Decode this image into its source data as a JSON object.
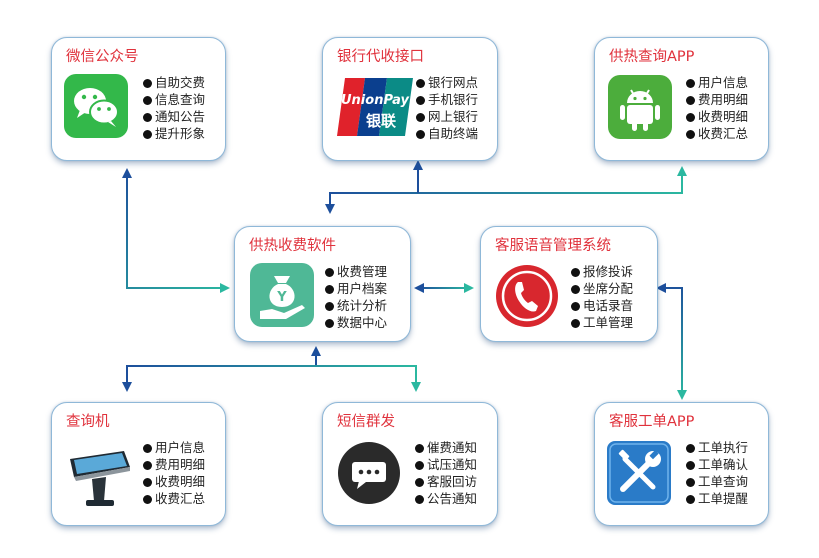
{
  "nodes": {
    "wechat": {
      "title": "微信公众号",
      "items": [
        "自助交费",
        "信息查询",
        "通知公告",
        "提升形象"
      ]
    },
    "bank": {
      "title": "银行代收接口",
      "items": [
        "银行网点",
        "手机银行",
        "网上银行",
        "自助终端"
      ],
      "logo_top": "UnionPay",
      "logo_bottom": "银联"
    },
    "app": {
      "title": "供热查询APP",
      "items": [
        "用户信息",
        "费用明细",
        "收费明细",
        "收费汇总"
      ]
    },
    "software": {
      "title": "供热收费软件",
      "items": [
        "收费管理",
        "用户档案",
        "统计分析",
        "数据中心"
      ],
      "icon_symbol": "Y"
    },
    "voice": {
      "title": "客服语音管理系统",
      "items": [
        "报修投诉",
        "坐席分配",
        "电话录音",
        "工单管理"
      ]
    },
    "kiosk": {
      "title": "查询机",
      "items": [
        "用户信息",
        "费用明细",
        "收费明细",
        "收费汇总"
      ]
    },
    "sms": {
      "title": "短信群发",
      "items": [
        "催费通知",
        "试压通知",
        "客服回访",
        "公告通知"
      ]
    },
    "workorder": {
      "title": "客服工单APP",
      "items": [
        "工单执行",
        "工单确认",
        "工单查询",
        "工单提醒"
      ]
    }
  },
  "colors": {
    "title": "#e0323c",
    "card_border": "#8fb8d8",
    "arrow_blue": "#1d4f9c",
    "arrow_teal": "#2bb8a0",
    "wechat_bg": "#33b84a",
    "android_bg": "#4cad3c",
    "software_bg": "#4fb896",
    "voice_red": "#d8272e",
    "sms_bg": "#2a2a2a",
    "tools_bg": "#2a7bc8"
  },
  "icons": {
    "wechat": "wechat-icon",
    "bank": "unionpay-logo",
    "app": "android-icon",
    "software": "money-bag-hand-icon",
    "voice": "phone-icon",
    "kiosk": "kiosk-terminal-icon",
    "sms": "chat-bubble-icon",
    "workorder": "tools-icon"
  }
}
